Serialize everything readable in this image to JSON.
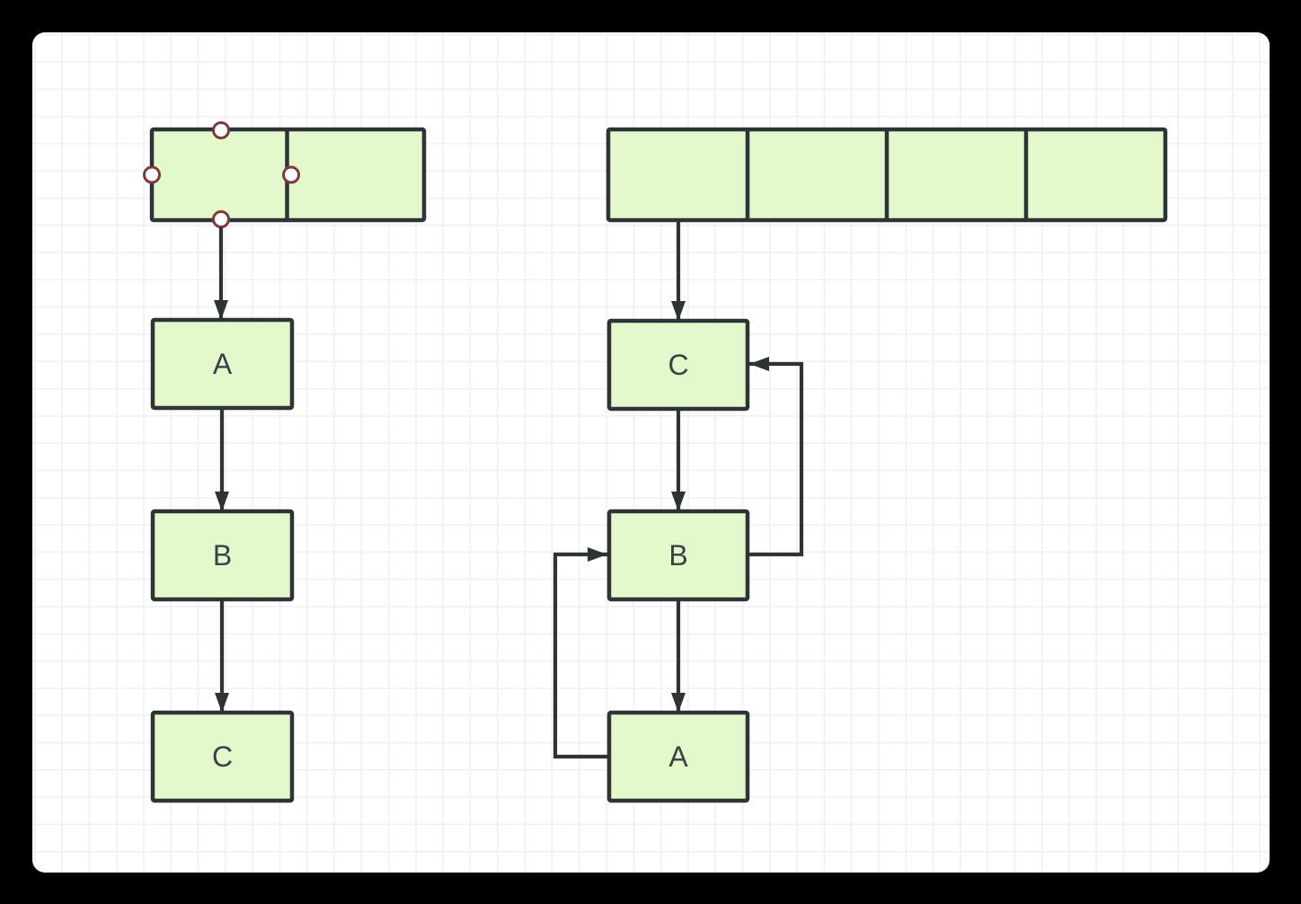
{
  "diagram": {
    "left_group": {
      "bar_cells": 2,
      "connection_points": [
        "top",
        "left",
        "right",
        "bottom"
      ],
      "nodes": [
        {
          "label": "A"
        },
        {
          "label": "B"
        },
        {
          "label": "C"
        }
      ]
    },
    "right_group": {
      "bar_cells": 4,
      "nodes": [
        {
          "label": "C"
        },
        {
          "label": "B"
        },
        {
          "label": "A"
        }
      ]
    },
    "colors": {
      "node_fill": "#e3f8cb",
      "node_stroke": "#2e3336",
      "connector": "#2e3336",
      "label": "#3b4145",
      "connection_point_ring": "#7e3a3a",
      "connection_point_fill": "#ffffff",
      "canvas_background": "#ffffff",
      "grid_line": "#f0f0f0",
      "frame_background": "#000000"
    }
  }
}
